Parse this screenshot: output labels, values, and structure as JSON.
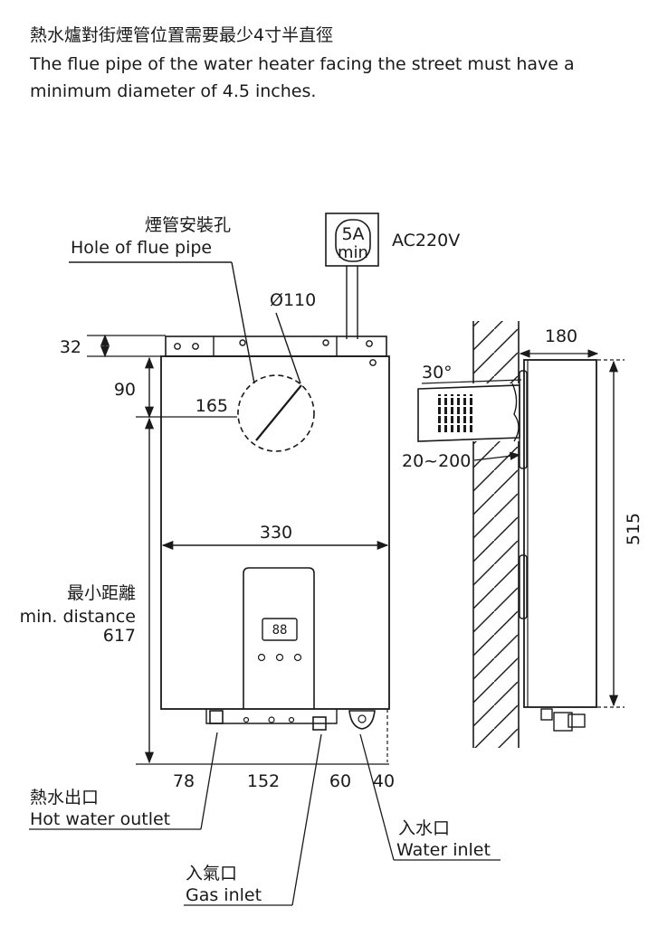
{
  "header": {
    "title_zh": "熱水爐對街煙管位置需要最少4寸半直徑",
    "title_en": "The flue pipe of the water heater facing the street must have a minimum diameter of 4.5 inches."
  },
  "labels": {
    "flue_hole_zh": "煙管安裝孔",
    "flue_hole_en": "Hole of flue pipe",
    "diameter": "Ø110",
    "power_rating": "5A",
    "power_min": "min",
    "voltage": "AC220V",
    "min_distance_zh": "最小距離",
    "min_distance_en": "min. distance",
    "hot_water_zh": "熱水出口",
    "hot_water_en": "Hot water outlet",
    "gas_zh": "入氣口",
    "gas_en": "Gas inlet",
    "water_in_zh": "入水口",
    "water_in_en": "Water inlet",
    "display_digits": "88",
    "angle": "30°"
  },
  "dimensions": {
    "top_bracket": "32",
    "top_to_hole": "90",
    "side_to_hole": "165",
    "width": "330",
    "min_distance": "617",
    "outlet_offset": "78",
    "outlet_to_gas": "152",
    "gas_to_water": "60",
    "water_to_edge": "40",
    "depth": "180",
    "height": "515",
    "flue_length": "20~200"
  }
}
